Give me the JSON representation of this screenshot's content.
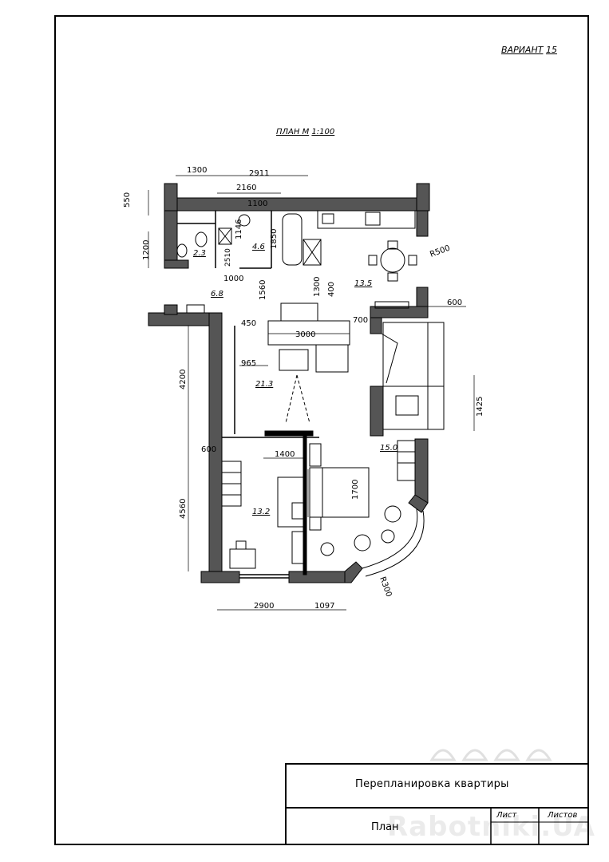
{
  "sheet": {
    "variant_label": "ВАРИАНТ",
    "variant_number": "15",
    "plan_title": "ПЛАН М",
    "plan_scale": "1:100"
  },
  "dimensions": {
    "top": [
      "1300",
      "2911",
      "2160",
      "1100"
    ],
    "left": [
      "550",
      "1200",
      "4200",
      "4560"
    ],
    "bottom": [
      "2900",
      "1097"
    ],
    "inner": [
      "1146",
      "1850",
      "1000",
      "1560",
      "1300",
      "400",
      "450",
      "3000",
      "700",
      "965",
      "600",
      "1400",
      "1700",
      "600",
      "1425",
      "R500",
      "R300",
      "2510"
    ]
  },
  "room_areas": [
    "2.3",
    "4.6",
    "6.8",
    "13.5",
    "21.3",
    "15.0",
    "13.2"
  ],
  "title_block": {
    "project": "Перепланировка квартиры",
    "sheet_name": "План",
    "col_list": "Лист",
    "col_listov": "Листов"
  },
  "watermark": "Rabotniki.UA"
}
